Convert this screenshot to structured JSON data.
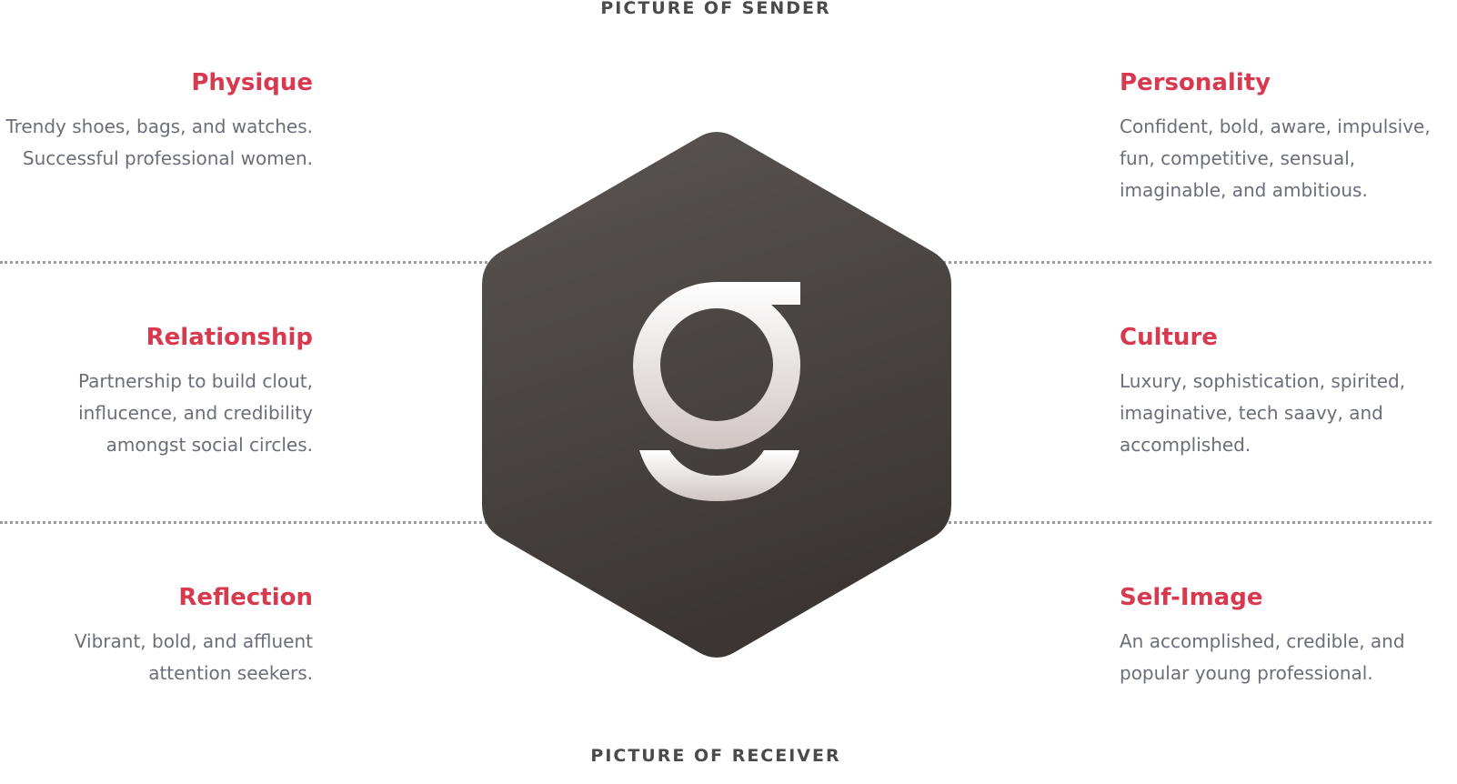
{
  "captions": {
    "top": "PICTURE OF SENDER",
    "bottom": "PICTURE OF RECEIVER"
  },
  "logo": {
    "icon": "g-logo-icon",
    "hex_color_top": "#5a5552",
    "hex_color_bottom": "#3b3634"
  },
  "accent_color": "#d7394f",
  "facets": {
    "physique": {
      "title": "Physique",
      "text": "Trendy shoes, bags, and watches.\nSuccessful professional women."
    },
    "personality": {
      "title": "Personality",
      "text": "Confident, bold, aware, impulsive,\nfun, competitive, sensual,\nimaginable, and ambitious."
    },
    "relationship": {
      "title": "Relationship",
      "text": "Partnership to build clout,\ninflucence, and credibility\namongst social circles."
    },
    "culture": {
      "title": "Culture",
      "text": "Luxury, sophistication, spirited,\nimaginative, tech saavy, and\naccomplished."
    },
    "reflection": {
      "title": "Reflection",
      "text": "Vibrant, bold, and affluent\nattention seekers."
    },
    "self_image": {
      "title": "Self-Image",
      "text": "An accomplished, credible, and\npopular young professional."
    }
  }
}
